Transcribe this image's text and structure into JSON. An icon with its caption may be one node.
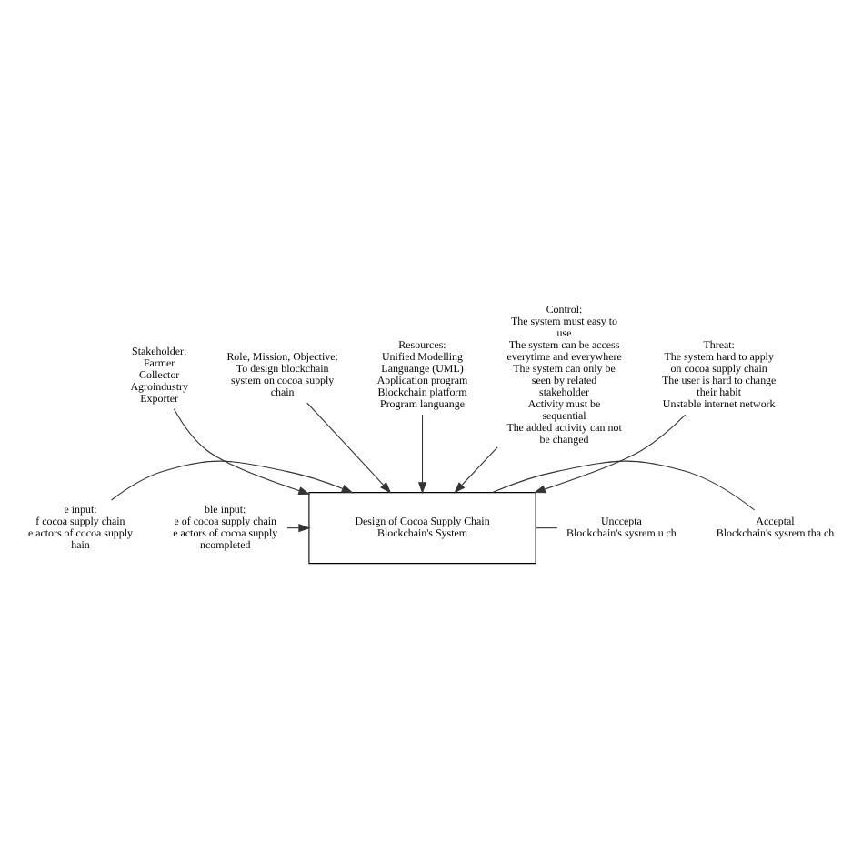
{
  "diagram": {
    "nodes": [
      {
        "text": [
          "Stakeholder:",
          "Farmer",
          "Collector",
          "Agroindustry",
          "Exporter"
        ]
      },
      {
        "text": [
          "Role, Mission, Objective:",
          "To design blockchain system on cocoa supply chain"
        ]
      },
      {
        "text": [
          "e input:",
          "f cocoa supply chain",
          "e actors of cocoa supply hain"
        ]
      },
      {
        "text": [
          "ble input:",
          "e of cocoa supply chain",
          "e actors of cocoa supply ncompleted"
        ]
      },
      {
        "text": [
          "Design of Cocoa Supply Chain Blockchain's System"
        ]
      },
      {
        "text": [
          "Acceptal",
          "Blockchain's sysrem tha ch"
        ]
      },
      {
        "text": [
          "Unccepta",
          "Blockchain's sysrem u ch"
        ]
      },
      {
        "text": [
          "Resources:",
          "Unified Modelling Languange (UML)",
          "Application program",
          "Blockchain platform",
          "Program languange"
        ]
      },
      {
        "text": [
          "Control:",
          "The system must easy to use",
          "The system can be access everytime and everywhere",
          "The system can only be seen by related stakeholder",
          "Activity must be sequential",
          "The added activity can not be changed"
        ]
      },
      {
        "text": [
          "Threat:",
          "The system hard to apply on cocoa supply chain",
          "The user is hard to change their habit",
          "Unstable internet network"
        ]
      }
    ],
    "edges": [
      {
        "from": 0,
        "to": 4,
        "arrow": "to"
      },
      {
        "from": 1,
        "to": 4,
        "arrow": "to"
      },
      {
        "from": 2,
        "to": 4,
        "arrow": "to"
      },
      {
        "from": 3,
        "to": 4,
        "arrow": "to"
      },
      {
        "from": 4,
        "to": 5,
        "arrow": "none"
      },
      {
        "from": 4,
        "to": 6,
        "arrow": "none"
      },
      {
        "from": 7,
        "to": 4,
        "arrow": "to"
      },
      {
        "from": 8,
        "to": 4,
        "arrow": "to"
      },
      {
        "from": 9,
        "to": 4,
        "arrow": "to"
      }
    ]
  }
}
